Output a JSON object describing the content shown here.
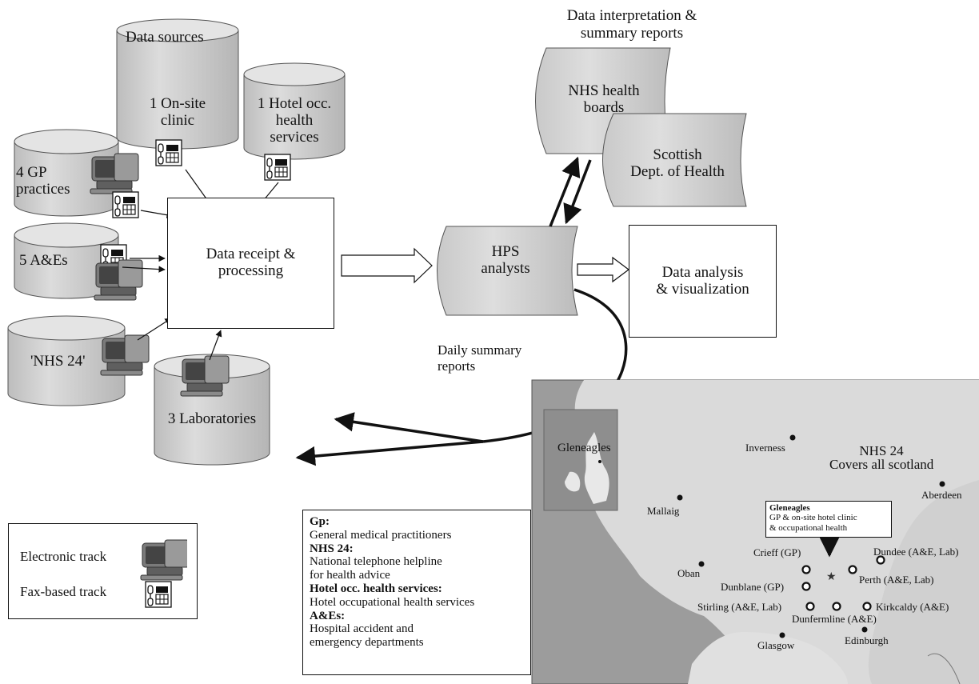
{
  "header": {
    "data_sources": "Data sources",
    "interpretation_line1": "Data interpretation &",
    "interpretation_line2": "summary reports"
  },
  "sources": {
    "onsite_clinic": [
      "1 On-site",
      "clinic"
    ],
    "hotel_occ": [
      "1 Hotel occ.",
      "health",
      "services"
    ],
    "gp": [
      "4 GP",
      "practices"
    ],
    "ae": [
      "5 A&Es"
    ],
    "nhs24": [
      "'NHS 24'"
    ],
    "labs": [
      "3 Laboratories"
    ]
  },
  "processing": {
    "receipt": [
      "Data receipt &",
      "processing"
    ],
    "hps": [
      "HPS",
      "analysts"
    ],
    "analysis": [
      "Data analysis",
      "& visualization"
    ],
    "daily_summary": [
      "Daily summary",
      "reports"
    ]
  },
  "recipients": {
    "nhs_boards": [
      "NHS health",
      "boards"
    ],
    "scottish_dept": [
      "Scottish",
      "Dept. of Health"
    ]
  },
  "legend": {
    "electronic": "Electronic track",
    "fax": "Fax-based track"
  },
  "glossary": [
    {
      "term": "Gp:",
      "definition": [
        "General medical practitioners"
      ]
    },
    {
      "term": "NHS 24:",
      "definition": [
        "National telephone helpline",
        "for health advice"
      ]
    },
    {
      "term": "Hotel occ. health services:",
      "definition": [
        "Hotel occupational health services"
      ]
    },
    {
      "term": "A&Es:",
      "definition": [
        "Hospital accident and",
        "emergency departments"
      ]
    }
  ],
  "map": {
    "inset_label": "Gleneagles",
    "nhs24_line1": "NHS 24",
    "nhs24_line2": "Covers all scotland",
    "callout_title": "Gleneagles",
    "callout_line1": "GP & on-site hotel clinic",
    "callout_line2": "& occupational health",
    "places": {
      "inverness": "Inverness",
      "aberdeen": "Aberdeen",
      "mallaig": "Mallaig",
      "oban": "Oban",
      "crieff": "Crieff (GP)",
      "dundee": "Dundee (A&E, Lab)",
      "perth": "Perth (A&E, Lab)",
      "dunblane": "Dunblane (GP)",
      "stirling": "Stirling (A&E, Lab)",
      "kirkcaldy": "Kirkcaldy (A&E)",
      "dunfermline": "Dunfermline (A&E)",
      "glasgow": "Glasgow",
      "edinburgh": "Edinburgh"
    }
  },
  "colors": {
    "cylinder_fill": "#cfcfcf",
    "cylinder_top": "#e4e4e4",
    "map_land": "#d9d9d9",
    "map_sea": "#9a9a9a",
    "stroke": "#111111"
  }
}
